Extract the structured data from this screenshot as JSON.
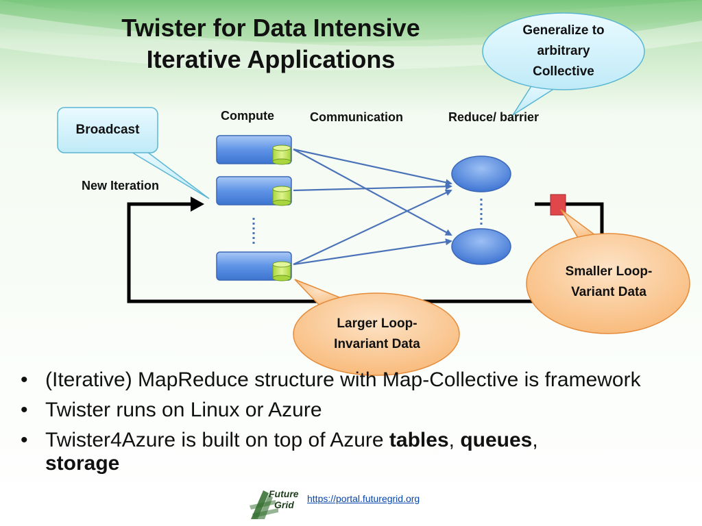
{
  "title_line1": "Twister for Data Intensive",
  "title_line2": "Iterative Applications",
  "callouts": {
    "generalize": [
      "Generalize to",
      "arbitrary",
      "Collective"
    ],
    "broadcast": "Broadcast",
    "larger": [
      "Larger Loop-",
      "Invariant Data"
    ],
    "smaller": [
      "Smaller Loop-",
      "Variant Data"
    ]
  },
  "labels": {
    "compute": "Compute",
    "communication": "Communication",
    "reduce": "Reduce/ barrier",
    "new_iteration": "New Iteration"
  },
  "bullets": [
    {
      "text": "(Iterative) MapReduce structure with Map-Collective is framework"
    },
    {
      "text": "Twister runs on Linux or Azure"
    },
    {
      "prefix": "Twister4Azure is built on top of Azure ",
      "b1": "tables",
      "sep1": ", ",
      "b2": "queues",
      "sep2": ",",
      "b3": "storage"
    }
  ],
  "logo_text": [
    "Future",
    "Grid"
  ],
  "footer_link": "https://portal.futuregrid.org",
  "colors": {
    "bubble_blue": "#d6f3fb",
    "bubble_orange": "#fcc99a",
    "node_blue": "#4f86e0",
    "cylinder_green": "#c9ec6a",
    "marker_red": "#e0474a",
    "arrow": "#4a72b8",
    "loop_line": "#000000"
  }
}
